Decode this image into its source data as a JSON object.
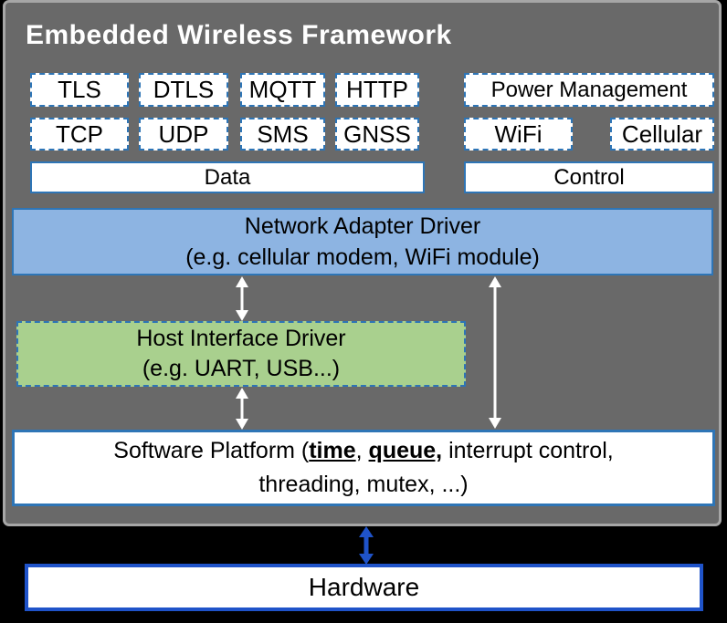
{
  "title": "Embedded Wireless Framework",
  "colors": {
    "background": "#000000",
    "panel_fill": "#696969",
    "panel_border": "#A6A6A6",
    "accent_blue_border": "#2E75B6",
    "adapter_fill": "#8DB4E2",
    "host_fill": "#A9D08E",
    "box_fill": "#FFFFFF",
    "hardware_border": "#1F53C9",
    "arrow_white": "#FFFFFF",
    "arrow_blue": "#1F53C9",
    "title_text": "#FFFFFF",
    "text_dark": "#000000"
  },
  "stacks": {
    "data": {
      "row1": [
        "TLS",
        "DTLS",
        "MQTT",
        "HTTP"
      ],
      "row2": [
        "TCP",
        "UDP",
        "SMS",
        "GNSS"
      ],
      "bar": "Data"
    },
    "control": {
      "row1": [
        "Power Management"
      ],
      "row2": [
        "WiFi",
        "Cellular"
      ],
      "bar": "Control"
    }
  },
  "network_adapter": {
    "line1": "Network Adapter Driver",
    "line2": "(e.g. cellular modem, WiFi module)"
  },
  "host_interface": {
    "line1": "Host Interface Driver",
    "line2": "(e.g. UART, USB...)"
  },
  "software_platform": {
    "pre": "Software Platform (",
    "kw1": "time",
    "mid": ", ",
    "kw2": "queue,",
    "post": " interrupt control,",
    "line2": "threading, mutex, ...)"
  },
  "hardware": {
    "label": "Hardware"
  }
}
